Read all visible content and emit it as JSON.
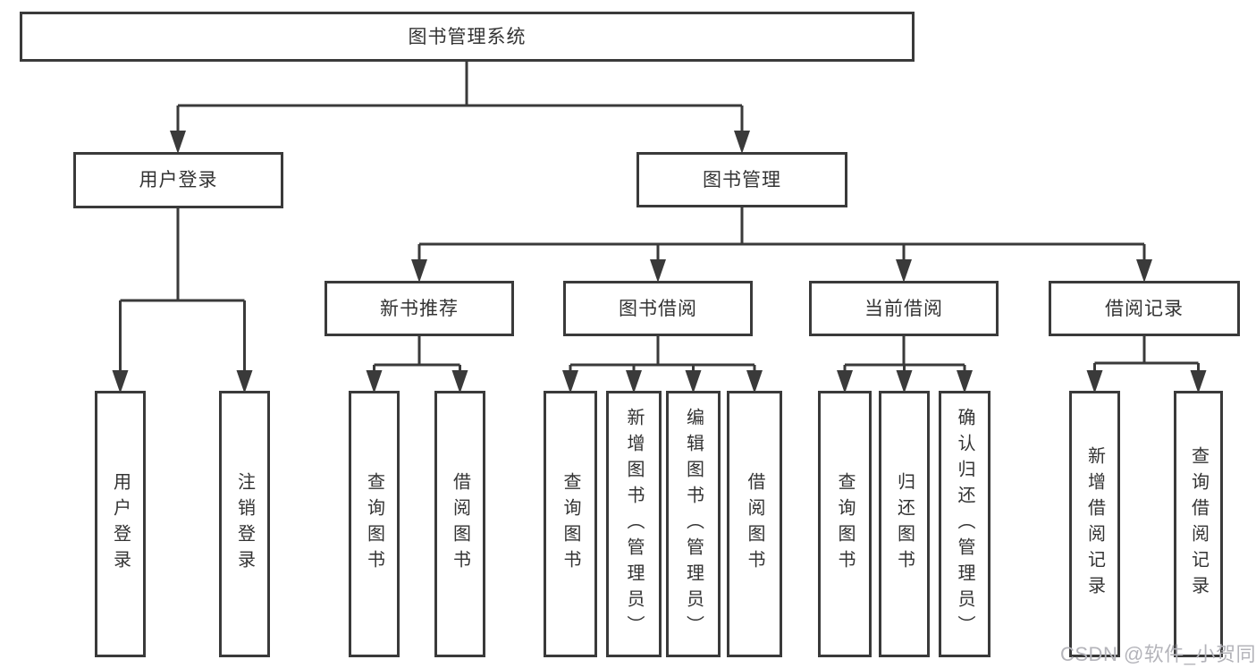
{
  "tree": {
    "label": "图书管理系统",
    "children": [
      {
        "label": "用户登录",
        "children": [
          {
            "label": "用户登录"
          },
          {
            "label": "注销登录"
          }
        ]
      },
      {
        "label": "图书管理",
        "children": [
          {
            "label": "新书推荐",
            "children": [
              {
                "label": "查询图书"
              },
              {
                "label": "借阅图书"
              }
            ]
          },
          {
            "label": "图书借阅",
            "children": [
              {
                "label": "查询图书"
              },
              {
                "label": "新增图书（管理员）"
              },
              {
                "label": "编辑图书（管理员）"
              },
              {
                "label": "借阅图书"
              }
            ]
          },
          {
            "label": "当前借阅",
            "children": [
              {
                "label": "查询图书"
              },
              {
                "label": "归还图书"
              },
              {
                "label": "确认归还（管理员）"
              }
            ]
          },
          {
            "label": "借阅记录",
            "children": [
              {
                "label": "新增借阅记录"
              },
              {
                "label": "查询借阅记录"
              }
            ]
          }
        ]
      }
    ]
  },
  "watermark": {
    "text": "CSDN @软件_小贺同学"
  },
  "colors": {
    "line": "#3a3a3a",
    "text": "#333333",
    "box_background": "#ffffff",
    "watermark": "#b4b4ba"
  }
}
